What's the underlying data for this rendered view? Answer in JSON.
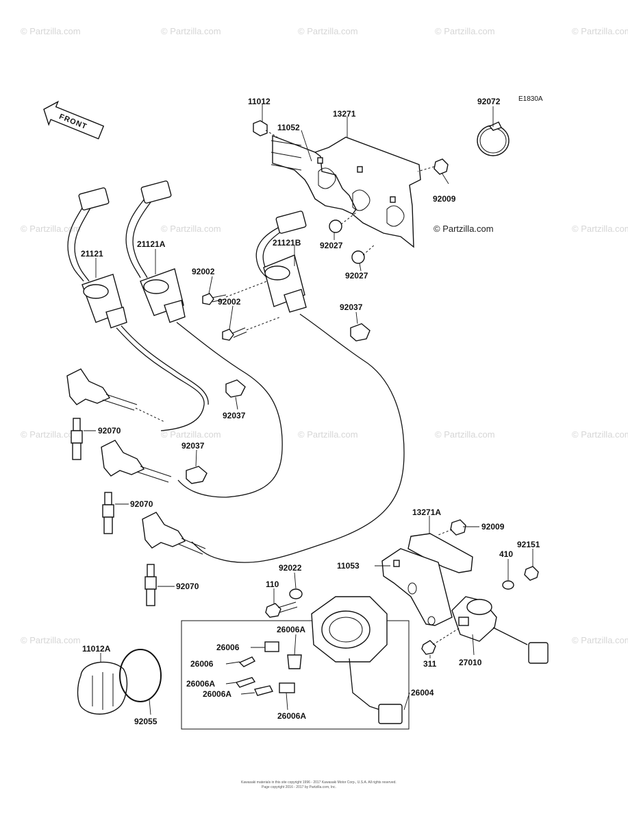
{
  "diagram_code": "E1830A",
  "front_label": "FRONT",
  "watermark": "© Partzilla.com",
  "copyright_line1": "Kawasaki materials in this site copyright 1996 - 2017 Kawasaki Motor Corp., U.S.A. All rights reserved.",
  "copyright_line2": "Page copyright 2016 - 2017 by Partzilla.com, Inc.",
  "parts": [
    {
      "number": "11012"
    },
    {
      "number": "13271"
    },
    {
      "number": "11052"
    },
    {
      "number": "92072"
    },
    {
      "number": "92009"
    },
    {
      "number": "21121"
    },
    {
      "number": "21121A"
    },
    {
      "number": "21121B"
    },
    {
      "number": "92027"
    },
    {
      "number": "92027"
    },
    {
      "number": "92002"
    },
    {
      "number": "92002"
    },
    {
      "number": "92037"
    },
    {
      "number": "92037"
    },
    {
      "number": "92037"
    },
    {
      "number": "92070"
    },
    {
      "number": "92070"
    },
    {
      "number": "92070"
    },
    {
      "number": "13271A"
    },
    {
      "number": "92009"
    },
    {
      "number": "92151"
    },
    {
      "number": "410"
    },
    {
      "number": "11053"
    },
    {
      "number": "92022"
    },
    {
      "number": "110"
    },
    {
      "number": "26006A"
    },
    {
      "number": "26006"
    },
    {
      "number": "26006"
    },
    {
      "number": "26006A"
    },
    {
      "number": "26006A"
    },
    {
      "number": "26006A"
    },
    {
      "number": "311"
    },
    {
      "number": "27010"
    },
    {
      "number": "26004"
    },
    {
      "number": "11012A"
    },
    {
      "number": "92055"
    }
  ]
}
